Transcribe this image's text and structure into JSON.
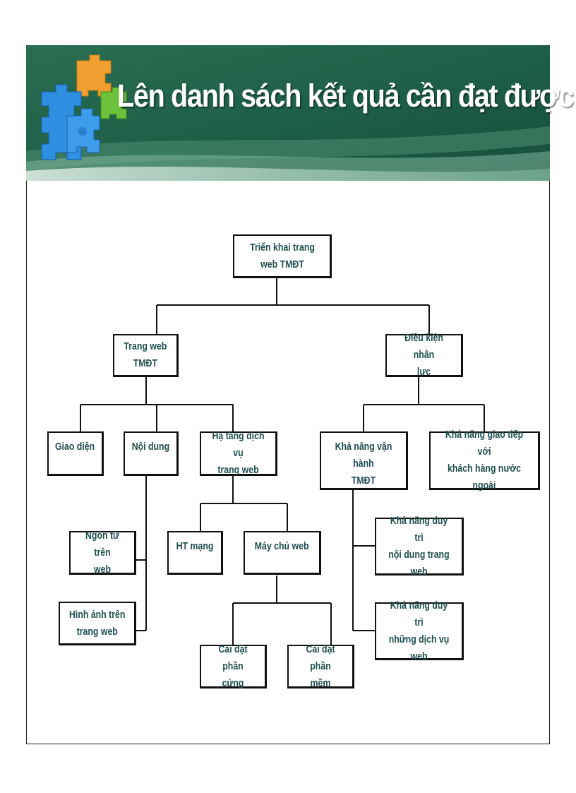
{
  "slide": {
    "title": "Lên danh sách kết quả cần đạt được"
  },
  "colors": {
    "banner_dark": "#1b5a44",
    "banner_light": "#5f9d83",
    "node_text": "#1f4e4e",
    "puzzle_blue": "#2f8fe0",
    "puzzle_orange": "#f0a030",
    "puzzle_green": "#6cc23a"
  },
  "tree": {
    "root": "Triển khai trang\nweb TMĐT",
    "web": "Trang web\nTMĐT",
    "hr": "Điều kiện nhân\nlực",
    "ui": "Giao diện",
    "content": "Nội dung",
    "infra": "Hạ tầng dịch vụ\ntrang web",
    "ops": "Khả năng vận hành\nTMĐT",
    "comm": "Khả năng giao tiếp với\nkhách hàng nước ngoài",
    "words": "Ngôn từ trên\nweb",
    "images": "Hình ảnh trên\ntrang web",
    "network": "HT mạng",
    "server": "Máy chủ web",
    "maintain_content": "Khả năng duy trì\nnội dung trang web",
    "maintain_services": "Khả năng duy trì\nnhững dịch vụ web",
    "hardware": "Cài đặt phần\ncứng",
    "software": "Cài đặt phần\nmềm"
  }
}
